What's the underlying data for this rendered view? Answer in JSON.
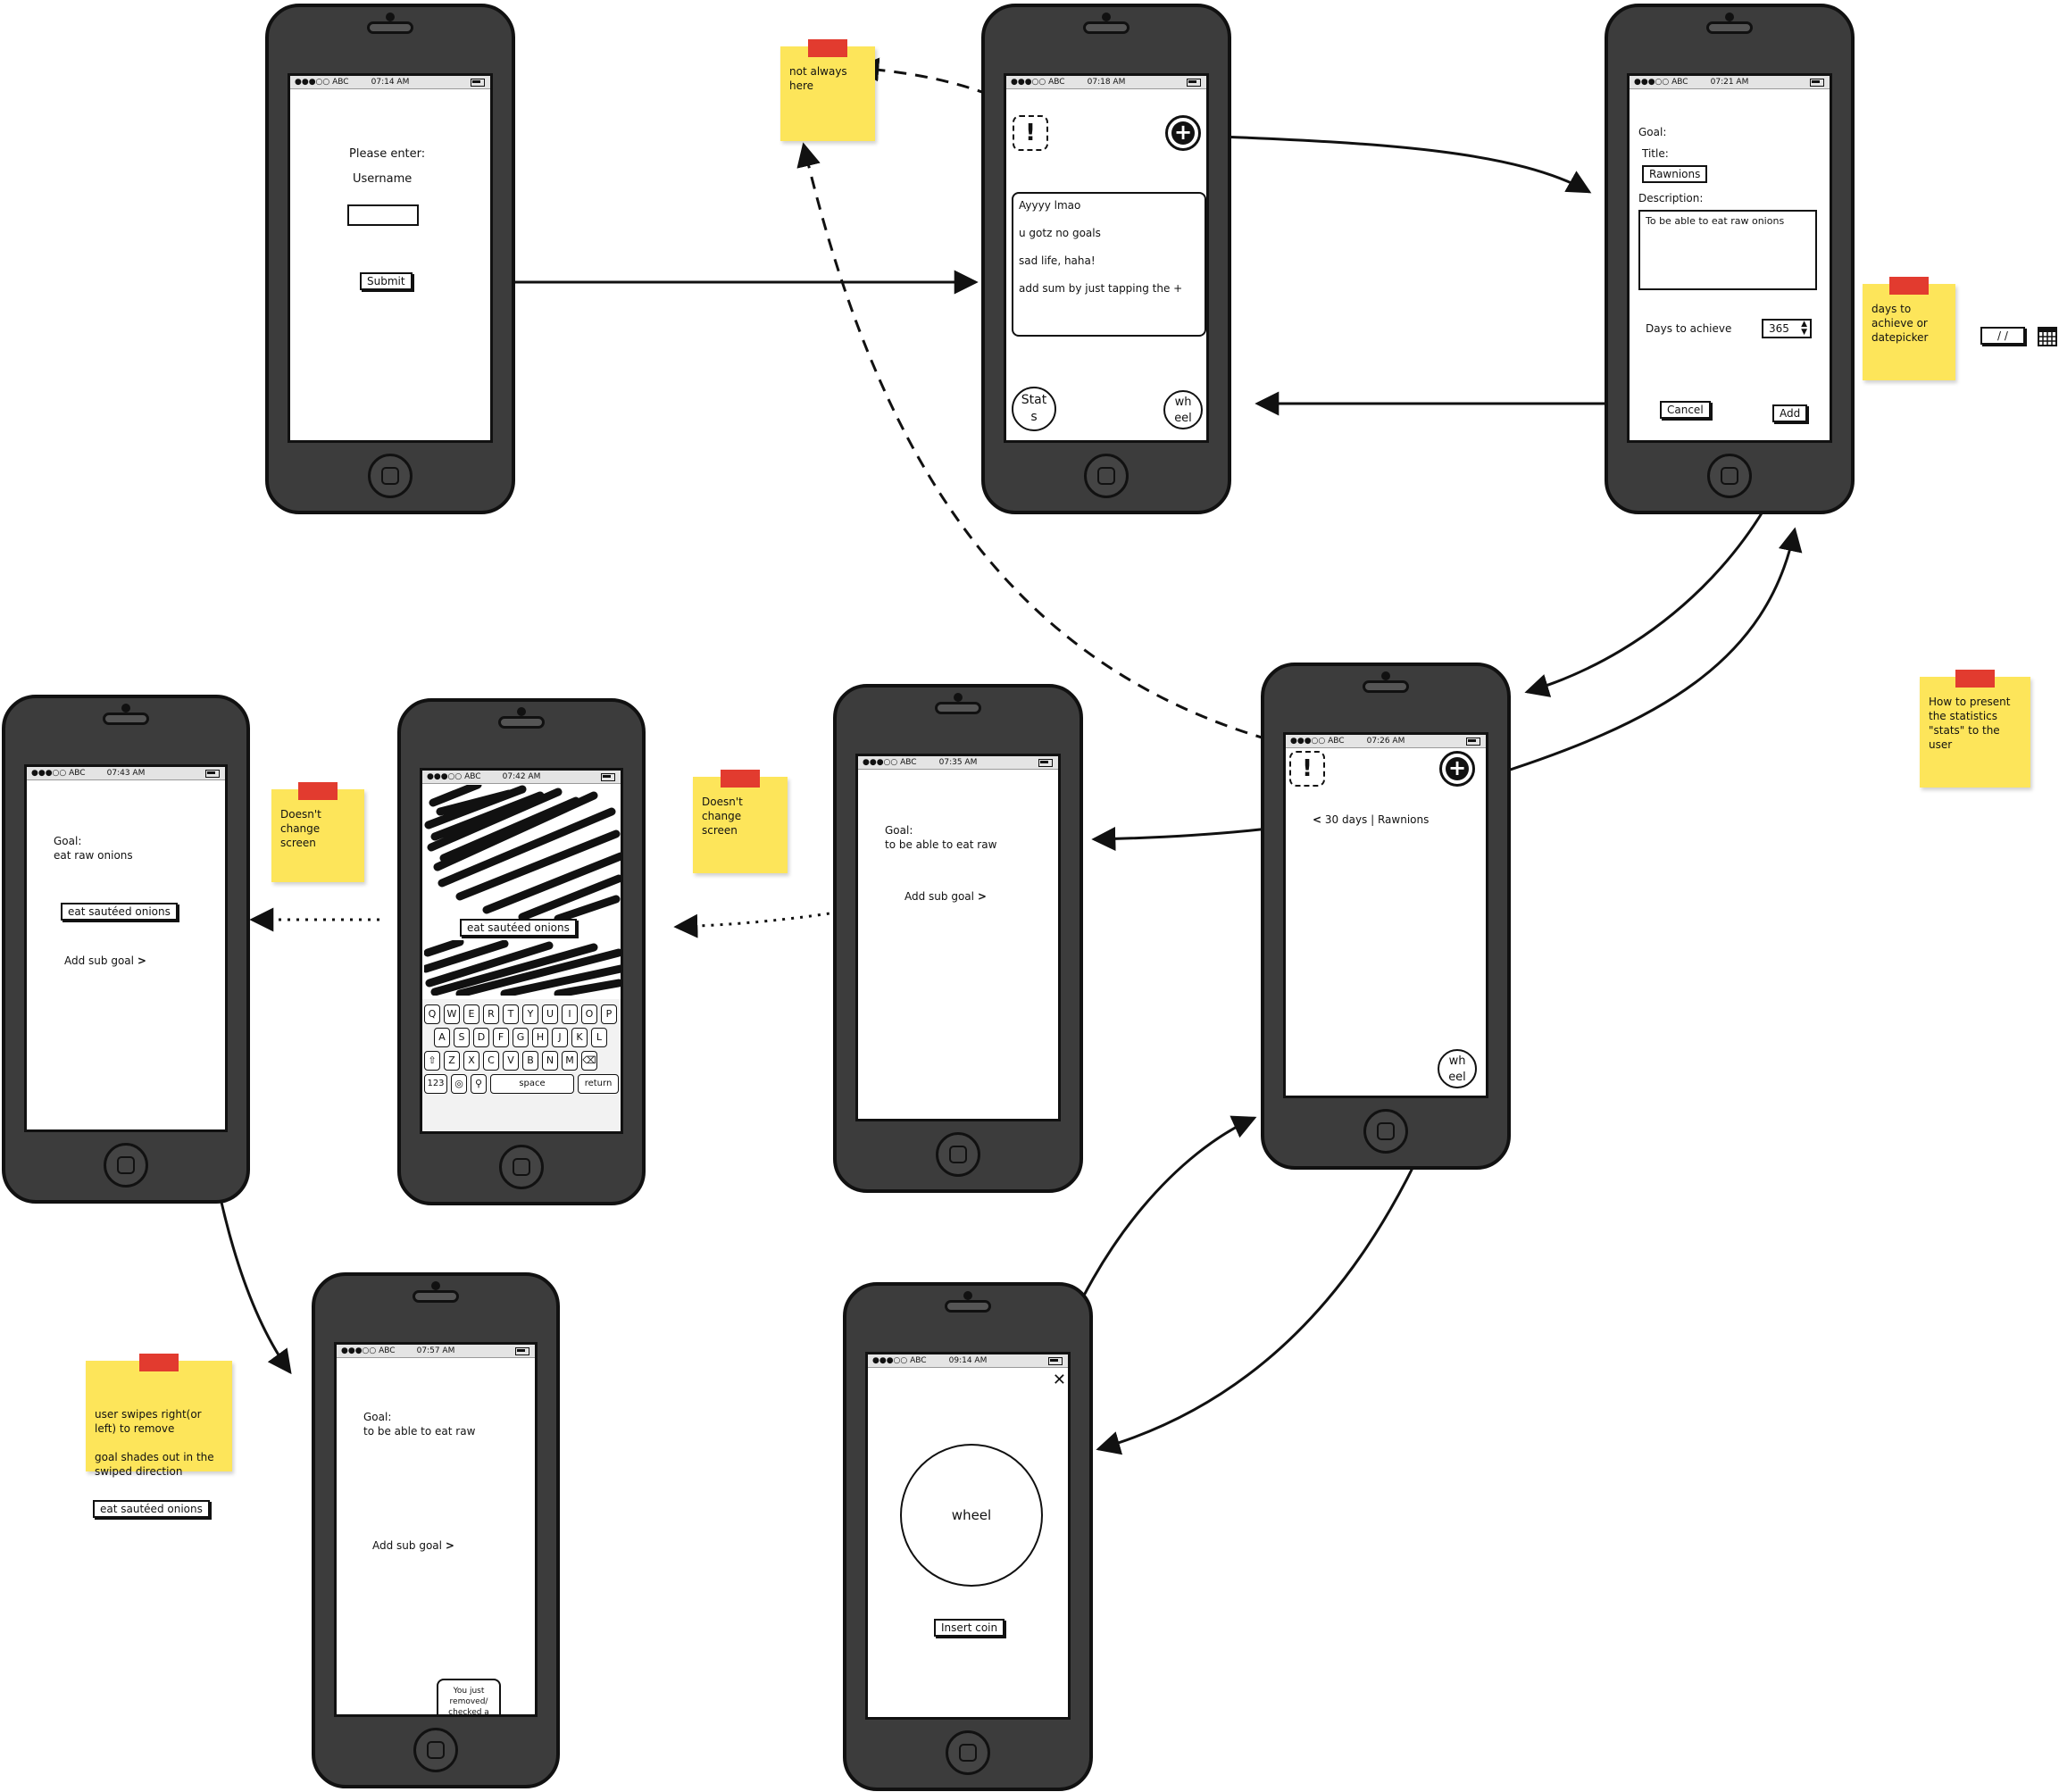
{
  "colors": {
    "phone_body": "#3c3c3c",
    "sticky_note": "#fde55a",
    "tape": "#e23b2f"
  },
  "phones": {
    "login": {
      "carrier": "●●●○○ ABC",
      "time": "07:14 AM",
      "prompt": "Please enter:",
      "username_label": "Username",
      "submit": "Submit"
    },
    "home_empty": {
      "carrier": "●●●○○ ABC",
      "time": "07:18 AM",
      "bubble_lines": [
        "Ayyyy lmao",
        "u gotz no goals",
        "sad life, haha!",
        "add sum by just tapping the +"
      ],
      "stats_button": "Stat\ns",
      "wheel_button": "wh\neel"
    },
    "add_goal": {
      "carrier": "●●●○○ ABC",
      "time": "07:21 AM",
      "goal_label": "Goal:",
      "title_label": "Title:",
      "title_value": "Rawnions",
      "description_label": "Description:",
      "description_value": "To be able to eat raw onions",
      "days_label": "Days to achieve",
      "days_value": "365",
      "cancel": "Cancel",
      "add": "Add"
    },
    "goal_list": {
      "carrier": "●●●○○ ABC",
      "time": "07:26 AM",
      "goal_item": "30 days | Rawnions",
      "wheel_button": "wh\neel"
    },
    "goal_detail": {
      "carrier": "●●●○○ ABC",
      "time": "07:35 AM",
      "goal_label": "Goal:",
      "goal_text": "to be able to eat raw",
      "add_sub_goal": "Add sub goal"
    },
    "keyboard": {
      "carrier": "●●●○○ ABC",
      "time": "07:42 AM",
      "subgoal_value": "eat sautéed onions",
      "row1": [
        "Q",
        "W",
        "E",
        "R",
        "T",
        "Y",
        "U",
        "I",
        "O",
        "P"
      ],
      "row2": [
        "A",
        "S",
        "D",
        "F",
        "G",
        "H",
        "J",
        "K",
        "L"
      ],
      "row3": [
        "⇧",
        "Z",
        "X",
        "C",
        "V",
        "B",
        "N",
        "M",
        "⌫"
      ],
      "num_key": "123",
      "space_key": "space",
      "return_key": "return"
    },
    "subgoal_added": {
      "carrier": "●●●○○ ABC",
      "time": "07:43 AM",
      "goal_label": "Goal:",
      "goal_text": "eat raw onions",
      "subgoal": "eat sautéed onions",
      "add_sub_goal": "Add sub goal"
    },
    "subgoal_removed": {
      "carrier": "●●●○○ ABC",
      "time": "07:57 AM",
      "goal_label": "Goal:",
      "goal_text": "to be able to eat raw",
      "add_sub_goal": "Add sub goal",
      "undo_text": "You just removed/ checked a subgoal. Do you want to undo?"
    },
    "wheel": {
      "carrier": "●●●○○ ABC",
      "time": "09:14 AM",
      "wheel_label": "wheel",
      "insert_coin": "Insert coin"
    }
  },
  "notes": {
    "not_always_here": "not always here",
    "days_to_achieve": "days to achieve or datepicker",
    "stats": "How to present the statistics \"stats\" to the user",
    "doesnt_change_1": "Doesn't change screen",
    "doesnt_change_2": "Doesn't change screen",
    "swipe": "user swipes right(or left) to remove\n\ngoal shades out in the swiped direction"
  },
  "standalone": {
    "date_field": "/ /",
    "floating_subgoal": "eat sautéed onions"
  }
}
